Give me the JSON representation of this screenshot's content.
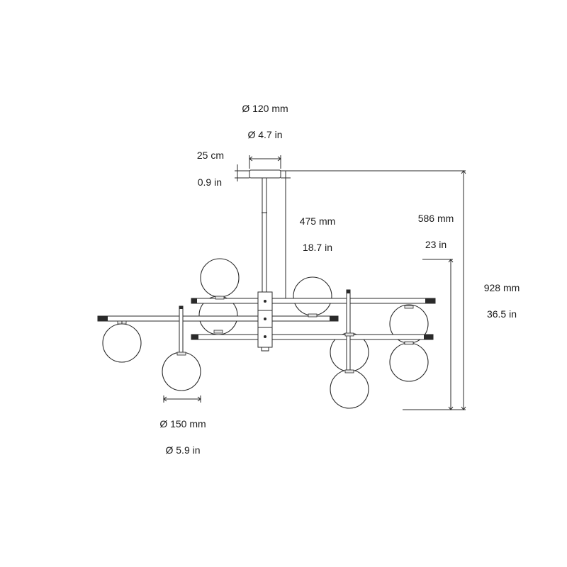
{
  "dimensions": {
    "canopy_diameter_mm": "Ø 120 mm",
    "canopy_diameter_in": "Ø 4.7 in",
    "canopy_height_cm": "25 cm",
    "canopy_height_in": "0.9 in",
    "rod_length_mm": "475 mm",
    "rod_length_in": "18.7 in",
    "body_height_mm": "586 mm",
    "body_height_in": "23 in",
    "total_height_mm": "928 mm",
    "total_height_in": "36.5 in",
    "globe_diameter_mm": "Ø 150 mm",
    "globe_diameter_in": "Ø 5.9 in"
  },
  "colors": {
    "line": "#2a2a2a",
    "background": "#ffffff"
  }
}
